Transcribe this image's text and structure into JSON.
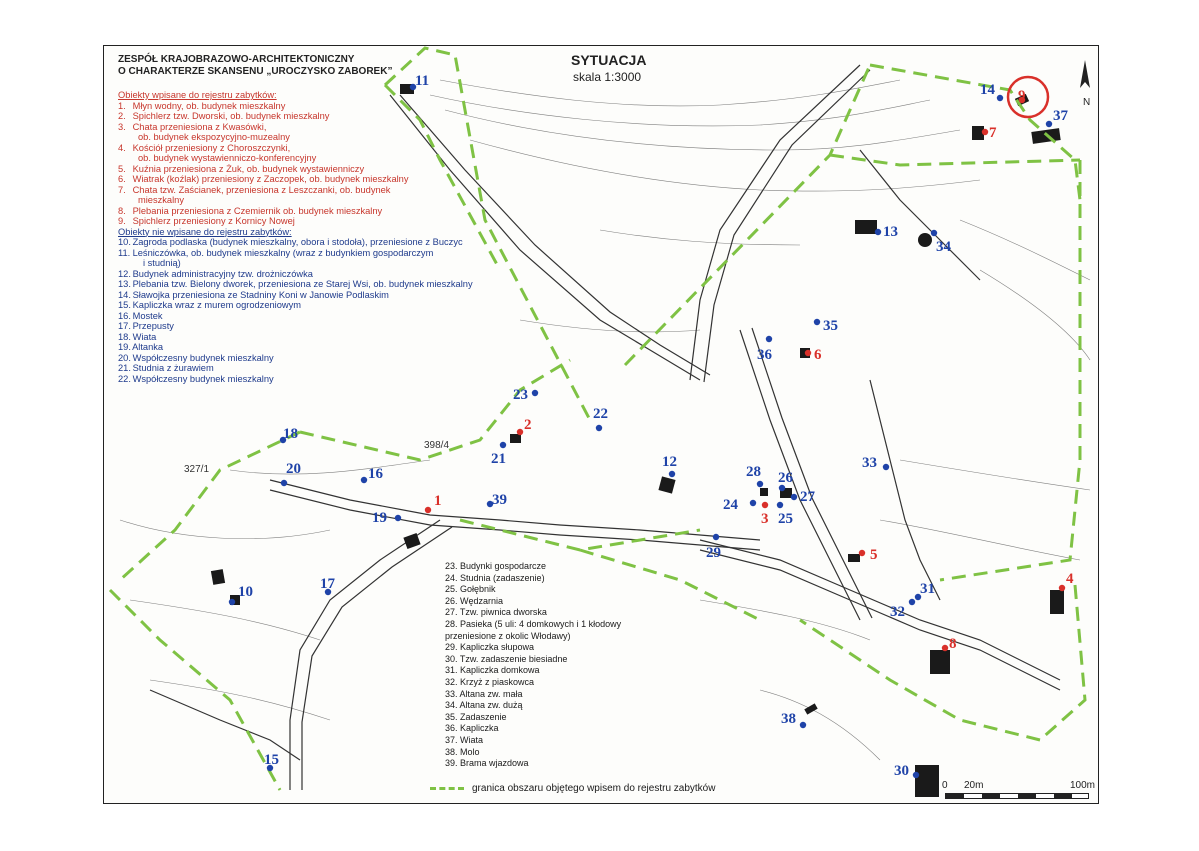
{
  "header": {
    "org_line1": "ZESPÓŁ KRAJOBRAZOWO-ARCHITEKTONICZNY",
    "org_line2": "O CHARAKTERZE SKANSENU „UROCZYSKO ZABOREK”",
    "title": "SYTUACJA",
    "scale": "skala 1:3000"
  },
  "legend": {
    "registered_header": "Obiekty  wpisane do rejestru zabytków:",
    "registered": [
      {
        "num": "1.",
        "text": "Młyn wodny, ob. budynek mieszkalny"
      },
      {
        "num": "2.",
        "text": "Spichlerz tzw. Dworski, ob. budynek mieszkalny"
      },
      {
        "num": "3.",
        "text": "Chata przeniesiona z Kwasówki,"
      },
      {
        "num": "",
        "text": "ob. budynek ekspozycyjno-muzealny"
      },
      {
        "num": "4.",
        "text": "Kościół przeniesiony z Choroszczynki,"
      },
      {
        "num": "",
        "text": "ob. budynek wystawienniczo-konferencyjny"
      },
      {
        "num": "5.",
        "text": "Kuźnia przeniesiona z Żuk, ob. budynek wystawienniczy"
      },
      {
        "num": "6.",
        "text": "Wiatrak (koźlak) przeniesiony z Zaczopek, ob. budynek mieszkalny"
      },
      {
        "num": "7.",
        "text": "Chata tzw. Zaścianek, przeniesiona z Leszczanki, ob. budynek"
      },
      {
        "num": "",
        "text": "mieszkalny"
      },
      {
        "num": "8.",
        "text": "Plebania przeniesiona z Czemiernik ob. budynek mieszkalny"
      },
      {
        "num": "9.",
        "text": "Spichlerz przeniesiony z Kornicy Nowej"
      }
    ],
    "unregistered_header": "Obiekty nie wpisane do rejestru zabytków:",
    "unregistered": [
      {
        "num": "10.",
        "text": "Zagroda podlaska (budynek mieszkalny, obora i stodoła), przeniesione z Buczyc"
      },
      {
        "num": "11.",
        "text": "Leśniczówka, ob. budynek mieszkalny (wraz z budynkiem gospodarczym"
      },
      {
        "num": "",
        "text": "i studnią)"
      },
      {
        "num": "12.",
        "text": "Budynek administracyjny tzw. drożniczówka"
      },
      {
        "num": "13.",
        "text": "Plebania tzw. Bielony dworek, przeniesiona ze Starej Wsi, ob. budynek mieszkalny"
      },
      {
        "num": "14.",
        "text": "Sławojka przeniesiona ze Stadniny Koni w Janowie Podlaskim"
      },
      {
        "num": "15.",
        "text": "Kapliczka wraz z murem ogrodzeniowym"
      },
      {
        "num": "16.",
        "text": "Mostek"
      },
      {
        "num": "17.",
        "text": "Przepusty"
      },
      {
        "num": "18.",
        "text": "Wiata"
      },
      {
        "num": "19.",
        "text": "Altanka"
      },
      {
        "num": "20.",
        "text": "Współczesny budynek mieszkalny"
      },
      {
        "num": "21.",
        "text": "Studnia z żurawiem"
      },
      {
        "num": "22.",
        "text": "Współczesny budynek mieszkalny"
      }
    ],
    "more": [
      "23. Budynki gospodarcze",
      "24. Studnia (zadaszenie)",
      "25. Gołębnik",
      "26. Wędzarnia",
      "27. Tzw. piwnica dworska",
      "28. Pasieka (5 uli: 4 domkowych i 1 kłodowy",
      "      przeniesione z okolic Włodawy)",
      "29. Kapliczka słupowa",
      "30. Tzw. zadaszenie biesiadne",
      "31. Kapliczka domkowa",
      "32. Krzyż z piaskowca",
      "33. Altana zw. mała",
      "34. Altana zw. dużą",
      "35. Zadaszenie",
      "36. Kapliczka",
      "37. Wiata",
      "38. Molo",
      "39. Brama wjazdowa"
    ],
    "boundary": "granica obszaru objętego wpisem do rejestru zabytków"
  },
  "scale_bar": {
    "zero": "0",
    "mid": "20m",
    "end": "100m"
  },
  "parcels": [
    "398/4",
    "327/1"
  ],
  "markers": {
    "red": [
      "1",
      "2",
      "3",
      "4",
      "5",
      "6",
      "7",
      "8",
      "9"
    ],
    "blue": [
      "10",
      "11",
      "12",
      "13",
      "14",
      "15",
      "16",
      "17",
      "18",
      "19",
      "20",
      "21",
      "22",
      "23",
      "24",
      "25",
      "26",
      "27",
      "28",
      "29",
      "30",
      "31",
      "32",
      "33",
      "34",
      "35",
      "36",
      "37",
      "38",
      "39"
    ]
  },
  "colors": {
    "registered": "#d9302a",
    "unregistered": "#1f43a8",
    "boundary": "#7fc244",
    "ink": "#333333"
  }
}
